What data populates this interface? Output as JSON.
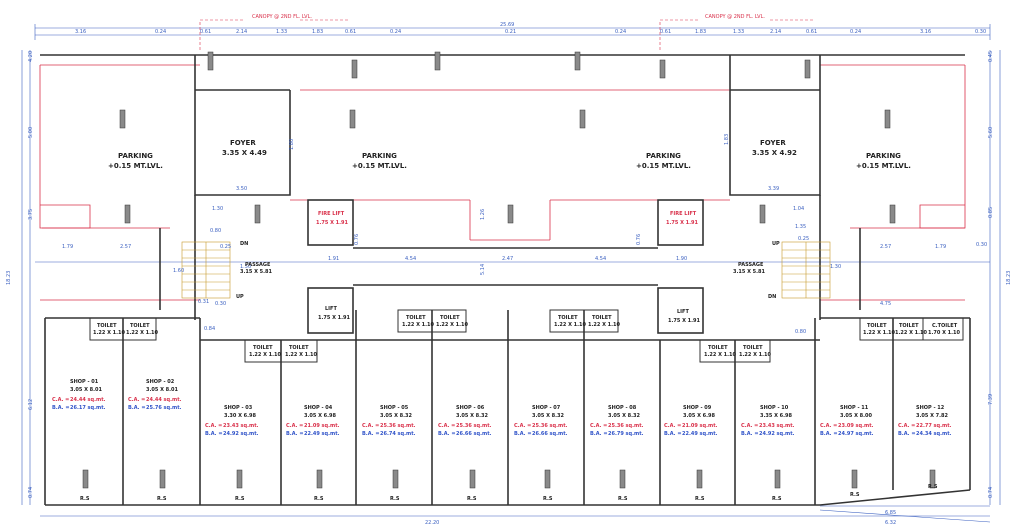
{
  "canopy": {
    "left": "CANOPY @ 2ND FL. LVL.",
    "right": "CANOPY @ 2ND FL. LVL."
  },
  "dims": {
    "overall_top": "25.69",
    "top_left": [
      "3.16",
      "0.24",
      "0.61",
      "2.14",
      "1.33",
      "1.83",
      "0.61",
      "0.24"
    ],
    "top_mid": "0.21",
    "top_right": [
      "0.24",
      "0.61",
      "1.83",
      "1.33",
      "2.14",
      "0.61",
      "0.24",
      "3.16",
      "0.30"
    ],
    "left_side": [
      "4.20",
      "5.00",
      "3.75",
      "6.12",
      "0.74"
    ],
    "left_outer": "18.23",
    "right_side": [
      "0.45",
      "5.60",
      "0.85",
      "0.30",
      "7.39",
      "0.74"
    ],
    "right_outer": "18.23",
    "misc": {
      "foyer_w": "3.50",
      "foyer_w_r": "3.39",
      "s130l": "1.30",
      "s130r": "1.30",
      "s104": "1.04",
      "s025": "0.25",
      "s025r": "0.25",
      "s080": "0.80",
      "c160": "1.60",
      "c150": "1.50",
      "c135": "1.35",
      "c475": "4.75",
      "c179": "1.79",
      "c257": "2.57",
      "c257r": "2.57",
      "c179r": "1.79",
      "c030": "0.30",
      "p031": "0.31",
      "c084": "0.84",
      "c080b": "0.80",
      "c091": "1.91",
      "c454": "4.54",
      "c247": "2.47",
      "c454r": "4.54",
      "c191r": "1.90",
      "c126": "1.26",
      "c514": "5.14",
      "c176": "0.76",
      "c180": "1.80",
      "c176r": "0.76",
      "c183": "1.83"
    },
    "bottom_total": "22.20",
    "bottom_right_a": "6.85",
    "bottom_right_b": "6.32"
  },
  "rooms": {
    "parking_label": "PARKING",
    "parking_level": "+0.15 MT.LVL.",
    "foyer_left": {
      "name": "FOYER",
      "size": "3.35 X 4.49"
    },
    "foyer_right": {
      "name": "FOYER",
      "size": "3.35 X 4.92"
    },
    "fire_lift_left": {
      "name": "FIRE LIFT",
      "size": "1.75 X 1.91"
    },
    "fire_lift_right": {
      "name": "FIRE LIFT",
      "size": "1.75 X 1.91"
    },
    "lift_left": {
      "name": "LIFT",
      "size": "1.75 X 1.91"
    },
    "lift_right": {
      "name": "LIFT",
      "size": "1.75 X 1.91"
    },
    "passage_left": {
      "name": "PASSAGE",
      "size": "3.15 X 5.81"
    },
    "passage_right": {
      "name": "PASSAGE",
      "size": "3.15 X 5.81"
    },
    "stair": {
      "up": "UP",
      "dn": "DN"
    },
    "toilet_label": "TOILET",
    "c_toilet_label": "C.TOILET",
    "toilet_size": "1.22 X 1.10",
    "c_toilet_size": "1.70 X 1.10",
    "rs": "R.S",
    "ca_unit_prefix": "C.A. =",
    "ba_unit_prefix": "B.A. ="
  },
  "shops": [
    {
      "name": "SHOP - 01",
      "size": "3.05 X 8.01",
      "ca": "24.44 sq.mt.",
      "ba": "26.17 sq.mt."
    },
    {
      "name": "SHOP - 02",
      "size": "3.05 X 8.01",
      "ca": "24.44 sq.mt.",
      "ba": "25.76 sq.mt."
    },
    {
      "name": "SHOP - 03",
      "size": "3.30 X 6.98",
      "ca": "23.43 sq.mt.",
      "ba": "24.92 sq.mt."
    },
    {
      "name": "SHOP - 04",
      "size": "3.05 X 6.98",
      "ca": "21.09 sq.mt.",
      "ba": "22.49 sq.mt."
    },
    {
      "name": "SHOP - 05",
      "size": "3.05 X 8.32",
      "ca": "25.36 sq.mt.",
      "ba": "26.74 sq.mt."
    },
    {
      "name": "SHOP - 06",
      "size": "3.05 X 8.32",
      "ca": "25.36 sq.mt.",
      "ba": "26.66 sq.mt."
    },
    {
      "name": "SHOP - 07",
      "size": "3.05 X 8.32",
      "ca": "25.36 sq.mt.",
      "ba": "26.66 sq.mt."
    },
    {
      "name": "SHOP - 08",
      "size": "3.05 X 8.32",
      "ca": "25.36 sq.mt.",
      "ba": "26.79 sq.mt."
    },
    {
      "name": "SHOP - 09",
      "size": "3.05 X 6.98",
      "ca": "21.09 sq.mt.",
      "ba": "22.49 sq.mt."
    },
    {
      "name": "SHOP - 10",
      "size": "3.35 X 6.98",
      "ca": "23.43 sq.mt.",
      "ba": "24.92 sq.mt."
    },
    {
      "name": "SHOP - 11",
      "size": "3.05 X 8.00",
      "ca": "23.09 sq.mt.",
      "ba": "24.97 sq.mt."
    },
    {
      "name": "SHOP - 12",
      "size": "3.05 X 7.82",
      "ca": "22.77 sq.mt.",
      "ba": "24.34 sq.mt."
    }
  ]
}
